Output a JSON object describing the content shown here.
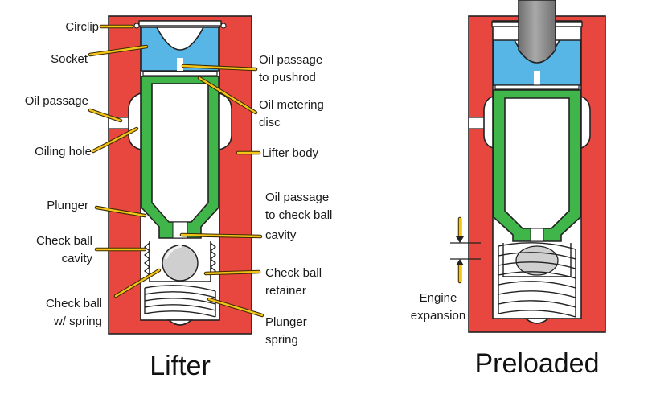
{
  "titles": {
    "left": "Lifter",
    "right": "Preloaded"
  },
  "labels": {
    "circlip": "Circlip",
    "socket": "Socket",
    "oil_passage": "Oil passage",
    "oiling_hole": "Oiling hole",
    "plunger": "Plunger",
    "check_ball_cavity_1": "Check ball",
    "check_ball_cavity_2": "cavity",
    "check_ball_spring_1": "Check ball",
    "check_ball_spring_2": "w/ spring",
    "oil_passage_pushrod_1": "Oil passage",
    "oil_passage_pushrod_2": "to pushrod",
    "oil_metering_disc_1": "Oil metering",
    "oil_metering_disc_2": "disc",
    "lifter_body": "Lifter body",
    "oil_passage_check_1": "Oil passage",
    "oil_passage_check_2": "to check ball",
    "oil_passage_check_3": "cavity",
    "check_ball_retainer_1": "Check ball",
    "check_ball_retainer_2": "retainer",
    "plunger_spring_1": "Plunger",
    "plunger_spring_2": "spring",
    "engine_expansion_1": "Engine",
    "engine_expansion_2": "expansion"
  },
  "colors": {
    "body": "#e8473f",
    "plunger": "#3fb54a",
    "socket": "#57b6e6",
    "pushrod": "#8a8a8a",
    "leader": "#f3c418"
  }
}
